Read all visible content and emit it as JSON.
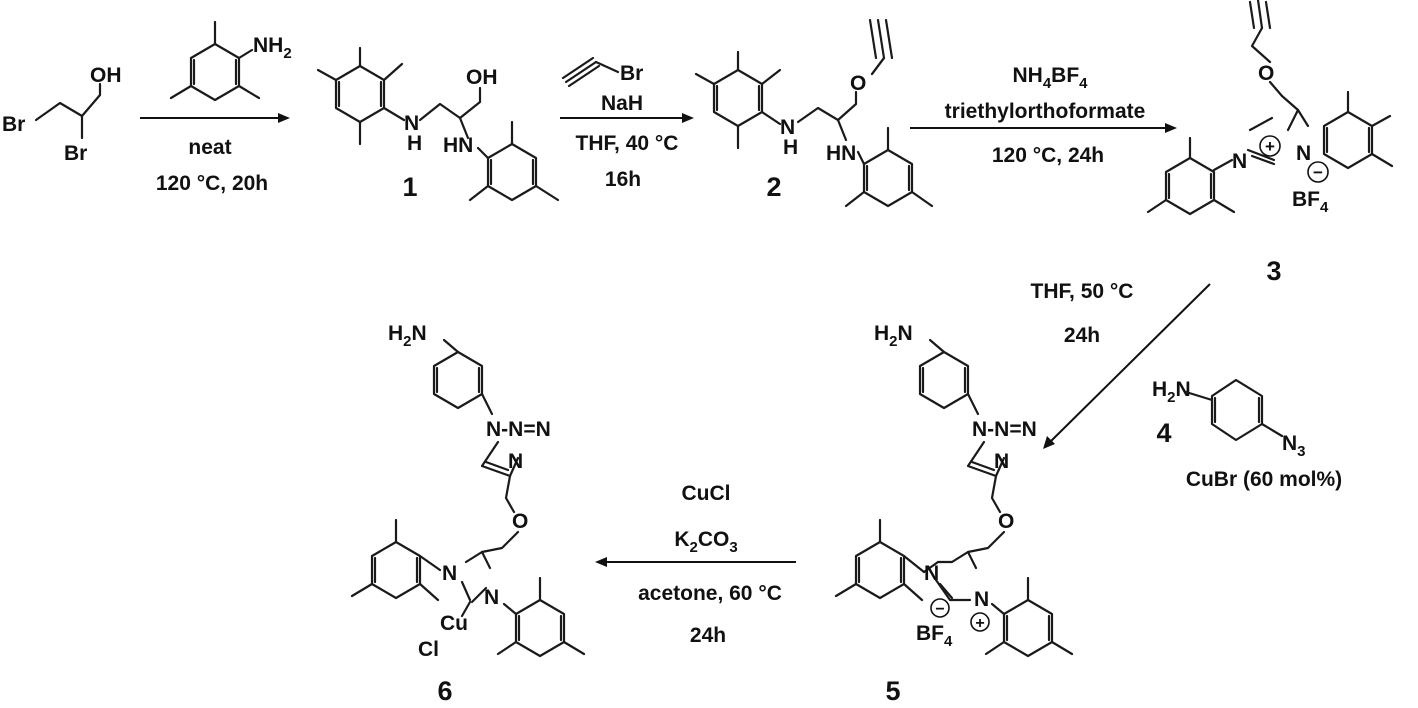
{
  "compounds": [
    {
      "number": "1"
    },
    {
      "number": "2"
    },
    {
      "number": "3"
    },
    {
      "number": "4"
    },
    {
      "number": "5"
    },
    {
      "number": "6"
    }
  ],
  "steps": [
    {
      "lines": [
        "neat",
        "120 °C, 20h"
      ]
    },
    {
      "lines": [
        "NaH",
        "THF, 40 °C",
        "16h"
      ]
    },
    {
      "reagent": "NH4BF4",
      "lines": [
        "triethylorthoformate",
        "120 °C, 24h"
      ]
    },
    {
      "lines": [
        "THF, 50 °C",
        "24h"
      ],
      "catalyst": "CuBr (60 mol%)"
    },
    {
      "lines": [
        "CuCl",
        "K2CO3",
        "acetone, 60 °C",
        "24h"
      ]
    }
  ],
  "atoms": {
    "oh": "OH",
    "br": "Br",
    "nh2": "NH2",
    "nh": "N",
    "h": "H",
    "hn": "HN",
    "o": "O",
    "n": "N",
    "n3": "N3",
    "bf4": "BF4",
    "cu": "Cu",
    "cl": "Cl",
    "h2n": "H2N",
    "plus": "+",
    "minus": "−"
  },
  "colors": {
    "ink": "#111111",
    "background": "#ffffff"
  }
}
